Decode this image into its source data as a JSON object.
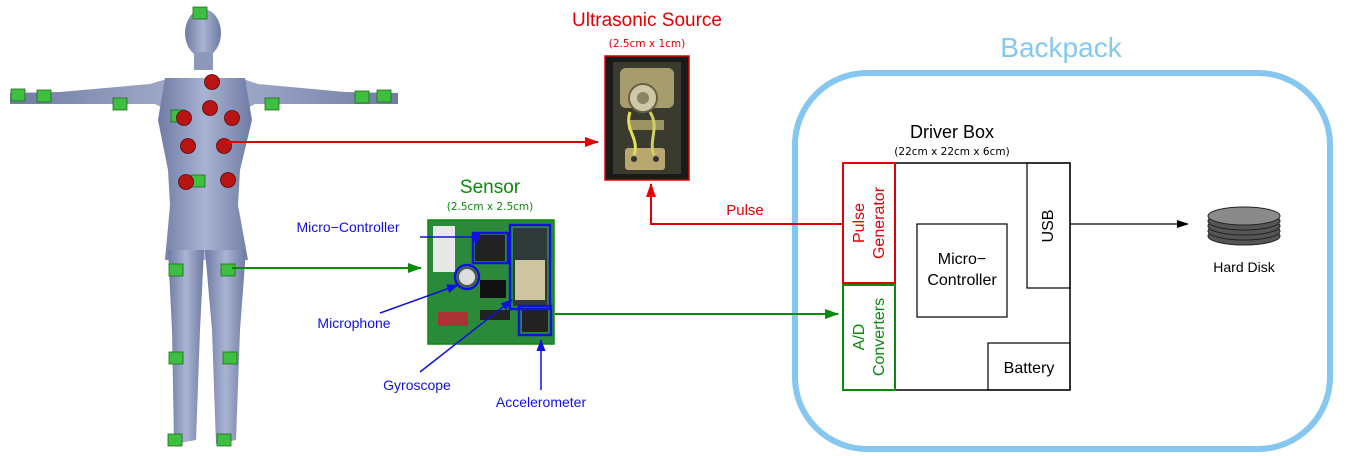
{
  "backpack": {
    "title": "Backpack",
    "color": "#85c7f0"
  },
  "ultrasonic_source": {
    "title": "Ultrasonic Source",
    "size": "(2.5cm x 1cm)",
    "color": "#e00000"
  },
  "sensor": {
    "title": "Sensor",
    "size": "(2.5cm x 2.5cm)",
    "color": "#0a8a0a",
    "components": {
      "micro_controller": "Micro−Controller",
      "microphone": "Microphone",
      "gyroscope": "Gyroscope",
      "accelerometer": "Accelerometer"
    },
    "component_color": "#1010e0"
  },
  "driver_box": {
    "title": "Driver Box",
    "size": "(22cm x 22cm x 6cm)",
    "pulse_generator": [
      "Pulse",
      "Generator"
    ],
    "ad_converters": [
      "A/D",
      "Converters"
    ],
    "micro_controller": [
      "Micro−",
      "Controller"
    ],
    "usb": "USB",
    "battery": "Battery"
  },
  "pulse_label": "Pulse",
  "hard_disk": "Hard Disk",
  "colors": {
    "red": "#e00000",
    "green": "#0a8a0a",
    "blue": "#1010e0",
    "body": "#8d98bb",
    "marker_green": "#3fbf3f",
    "marker_red": "#b81414"
  }
}
